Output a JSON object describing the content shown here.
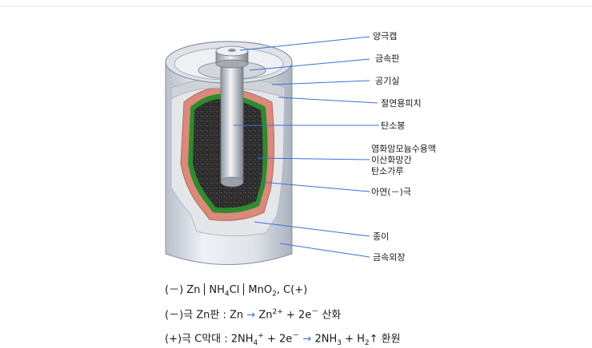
{
  "labels": {
    "cap": "양극캡",
    "plate": "금속판",
    "air": "공기실",
    "pitch": "절연용피치",
    "rod": "탄소봉",
    "mix1": "염화암모늄수용액",
    "mix2": "이산화망간",
    "mix3": "탄소가루",
    "zinc": "아연(－)극",
    "paper": "종이",
    "case": "금속외장"
  },
  "equations": {
    "cell": {
      "neg": "(－) Zn",
      "electrolyte_a": "NH",
      "electrolyte_sub": "4",
      "electrolyte_b": "Cl",
      "pos_a": "MnO",
      "pos_sub": "2",
      "pos_b": ", C(+)"
    },
    "anode": {
      "head": "(－)극 Zn판 : Zn",
      "arrow": "→",
      "zn": "Zn",
      "zn_sup": "2+",
      "rest": " + 2e",
      "e_sup": "－",
      "tail": " 산화"
    },
    "cathode": {
      "head": "(+)극 C막대 : 2NH",
      "nh_sub": "4",
      "nh_sup": "+",
      "mid": " + 2e",
      "e_sup": "－",
      "arrow": "→",
      "p1": " 2NH",
      "p1_sub": "3",
      "p2": " + H",
      "p2_sub": "2",
      "p2_tail": "↑ 환원"
    }
  },
  "colors": {
    "leader": "#3a6fd8",
    "metal": "#c9ced6",
    "carbon": "#2a2a2a",
    "zinc_layer": "#d98a7a",
    "green_layer": "#2e8b2e",
    "paper": "#e4e6ea"
  }
}
